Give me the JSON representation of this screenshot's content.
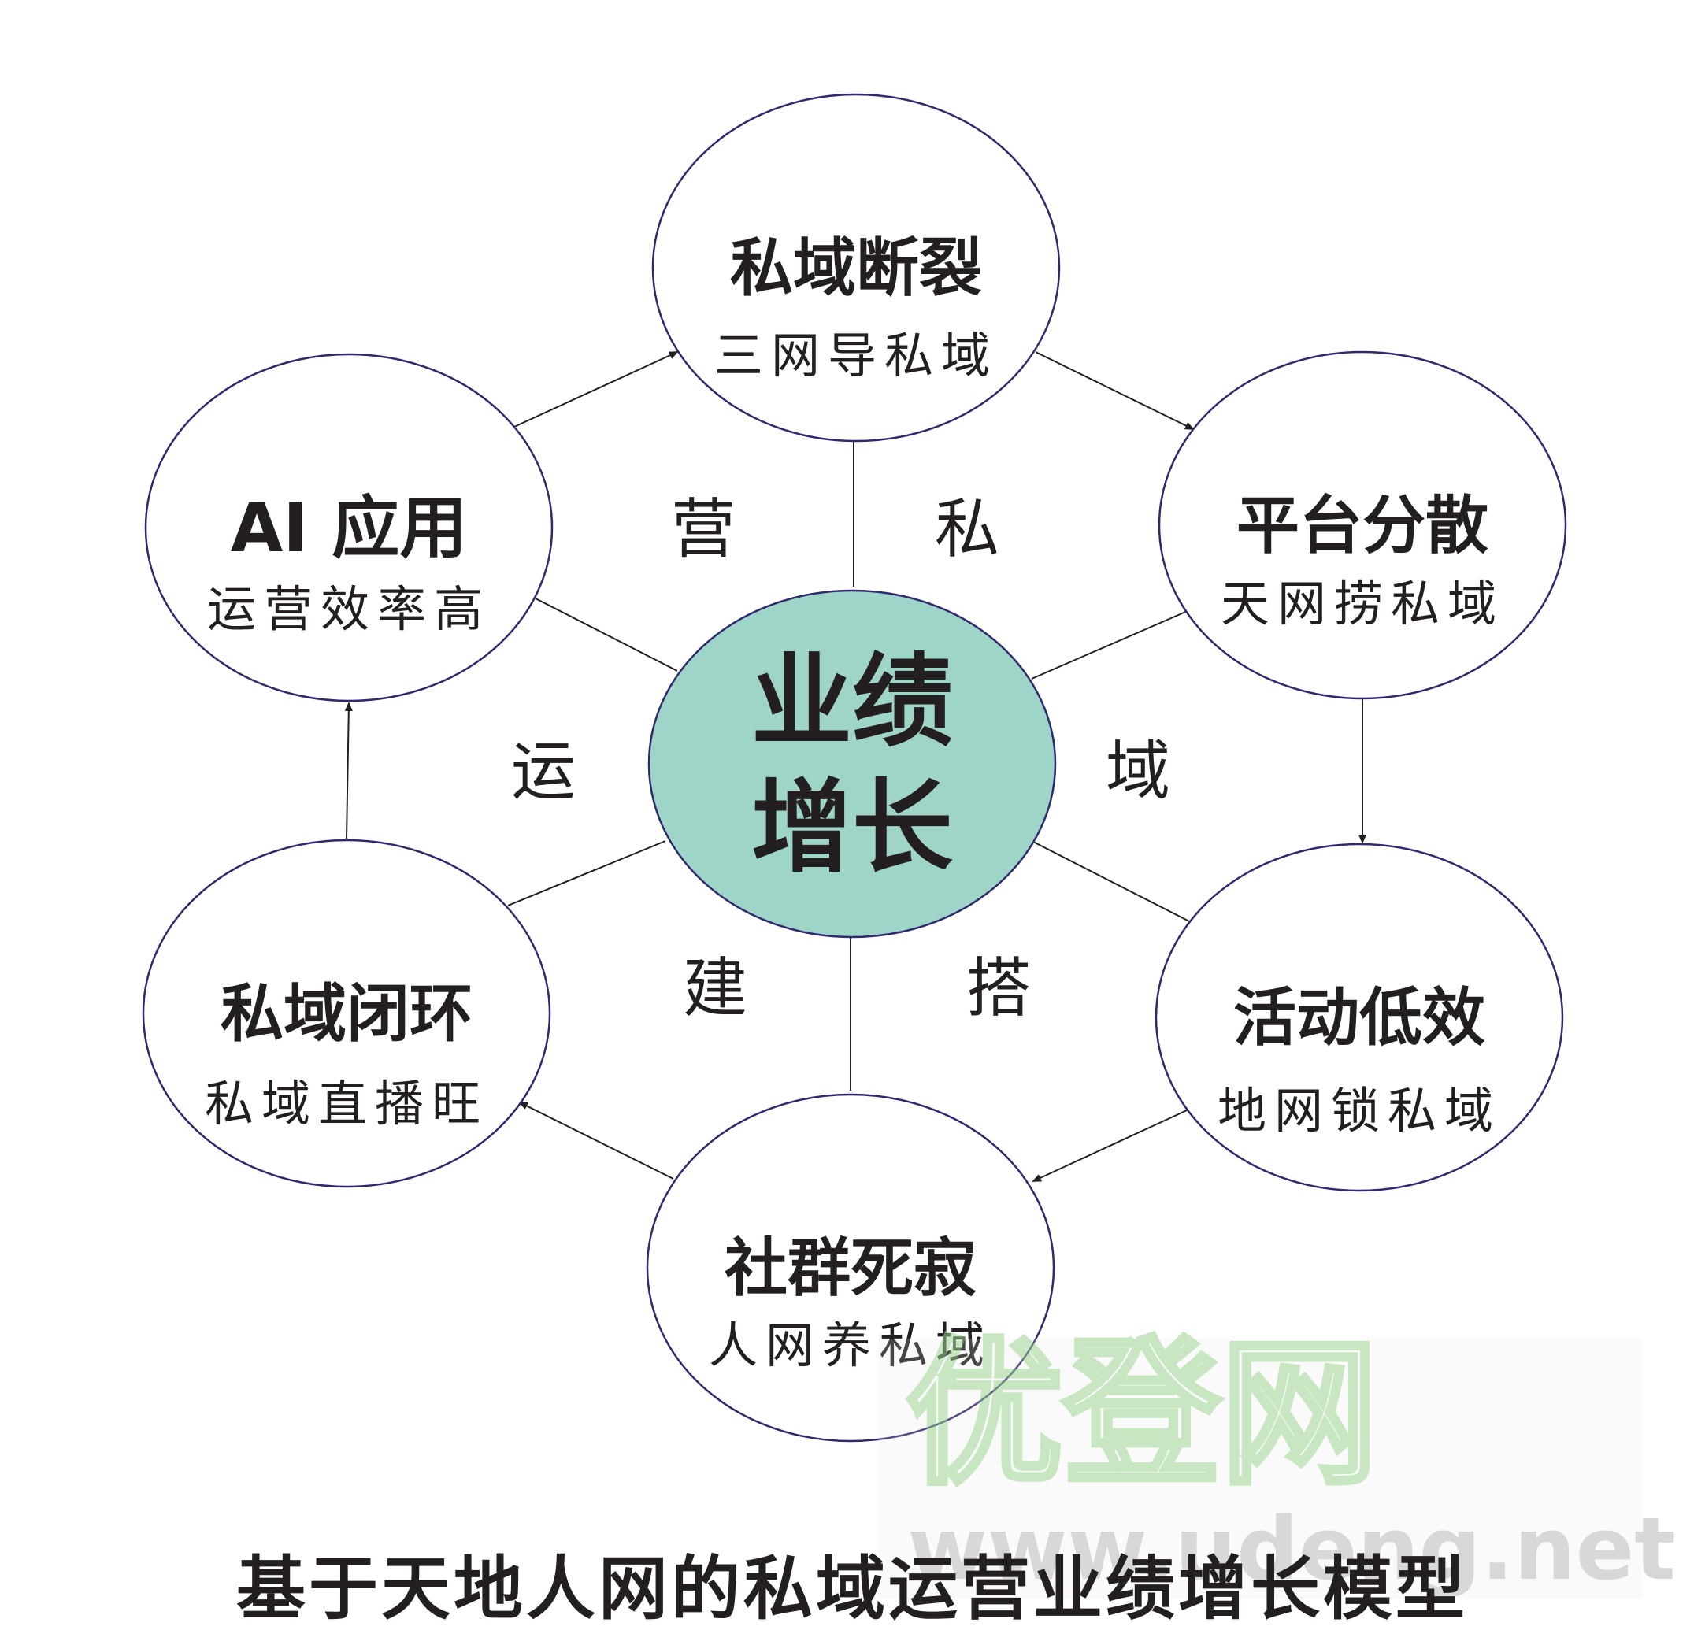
{
  "center": {
    "line1": "业绩",
    "line2": "增长",
    "fill": "#9fd4c8"
  },
  "nodes": [
    {
      "title": "私域断裂",
      "subtitle": "三网导私域"
    },
    {
      "title": "平台分散",
      "subtitle": "天网捞私域"
    },
    {
      "title": "活动低效",
      "subtitle": "地网锁私域"
    },
    {
      "title": "社群死寂",
      "subtitle": "人网养私域"
    },
    {
      "title": "私域闭环",
      "subtitle": "私域直播旺"
    },
    {
      "title": "AI 应用",
      "subtitle": "运营效率高"
    }
  ],
  "ring_chars": [
    "私",
    "域",
    "搭",
    "建",
    "运",
    "营"
  ],
  "caption": "基于天地人网的私域运营业绩增长模型",
  "watermark": {
    "brand": "优登网",
    "url": "www.udeng.net"
  },
  "colors": {
    "circle_stroke": "#2e2a6e",
    "line": "#231f20",
    "text": "#231f20",
    "watermark": "#a8d8a0"
  }
}
